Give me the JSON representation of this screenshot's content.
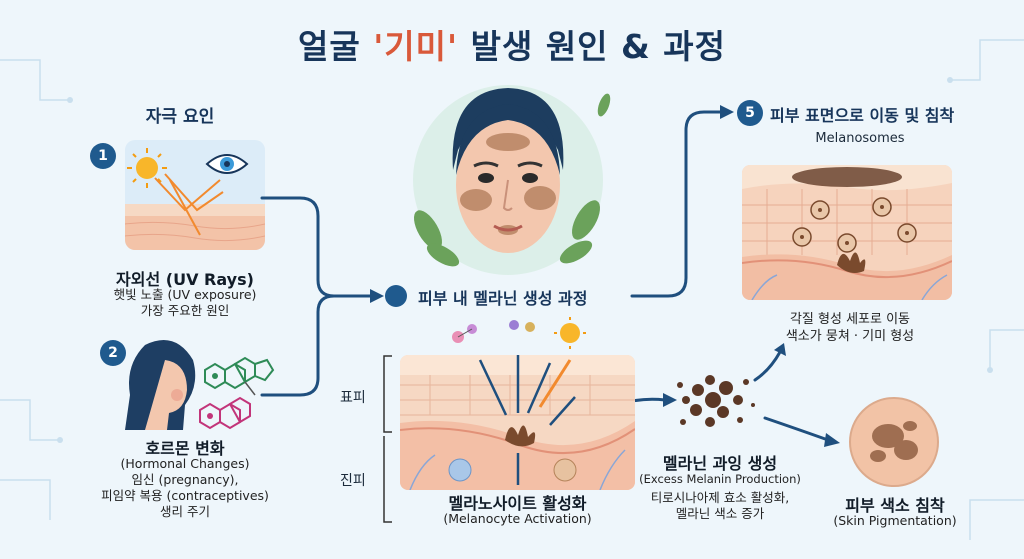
{
  "title": {
    "part1": "얼굴 ",
    "highlight": "'기미'",
    "part2": " 발생 원인 & 과정"
  },
  "triggers": {
    "header": "자극 요인",
    "uv": {
      "badge": "1",
      "title": "자외선 (UV Rays)",
      "line1": "햇빛 노출 (UV exposure)",
      "line2": "가장 주요한 원인"
    },
    "hormone": {
      "badge": "2",
      "title": "호르몬 변화",
      "line1": "(Hormonal Changes)",
      "line2": "임신 (pregnancy),",
      "line3": "피임약 복용 (contraceptives)",
      "line4": "생리 주기"
    }
  },
  "process": {
    "label": "피부 내 멜라닌 생성 과정"
  },
  "layers": {
    "epidermis": "표피",
    "dermis": "진피"
  },
  "activation": {
    "title": "멜라노사이트 활성화",
    "subtitle": "(Melanocyte Activation)"
  },
  "overproduction": {
    "title": "멜라닌 과잉 생성",
    "subtitle": "(Excess Melanin Production)",
    "line1": "티로시나아제 효소 활성화,",
    "line2": "멜라닌 색소 증가"
  },
  "surface": {
    "badge": "5",
    "title": "피부 표면으로 이동 및 침착",
    "melanosomes": "Melanosomes",
    "line1": "각질 형성 세포로 이동",
    "line2": "색소가 뭉쳐 · 기미 형성"
  },
  "pigmentation": {
    "title": "피부 색소 침착",
    "subtitle": "(Skin Pigmentation)"
  },
  "colors": {
    "accent": "#1f5a8e",
    "highlight": "#d9593a",
    "skin": "#f4c9b1",
    "melanin": "#6b4430"
  }
}
